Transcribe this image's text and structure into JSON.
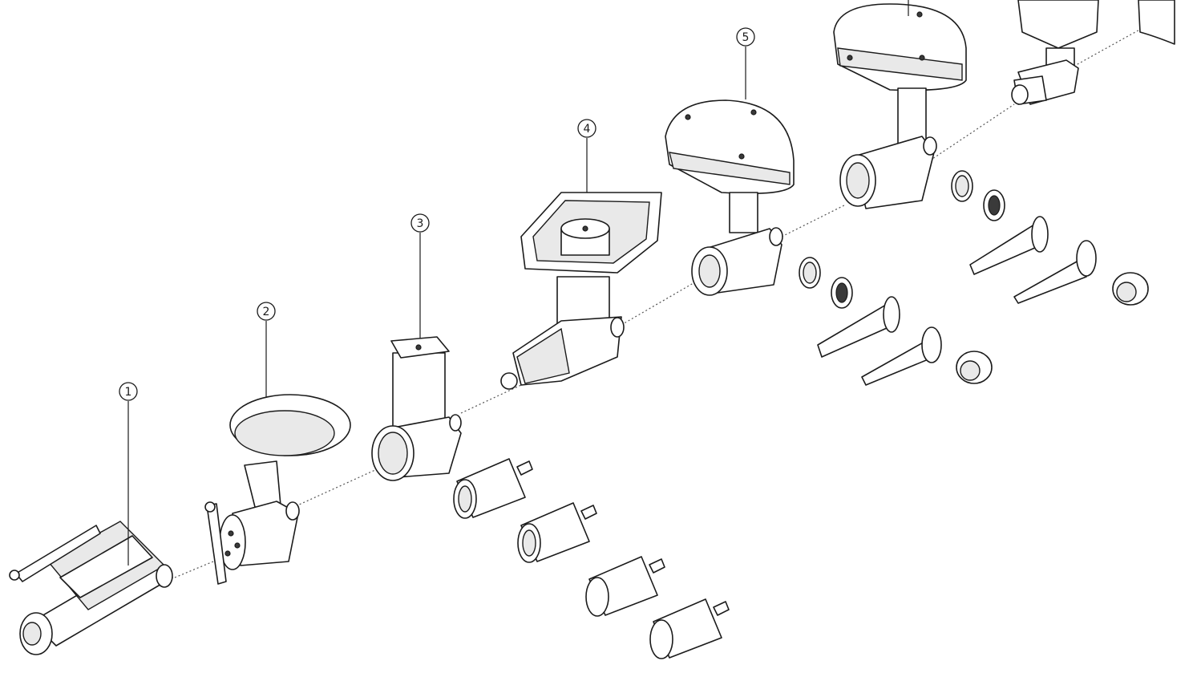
{
  "diagram": {
    "callouts": [
      {
        "id": "1",
        "label": "1"
      },
      {
        "id": "2",
        "label": "2"
      },
      {
        "id": "3",
        "label": "3"
      },
      {
        "id": "4",
        "label": "4"
      },
      {
        "id": "5",
        "label": "5"
      }
    ],
    "colors": {
      "line": "#1b1b1b",
      "fill": "#ffffff",
      "shade": "#e9e9e9"
    }
  }
}
